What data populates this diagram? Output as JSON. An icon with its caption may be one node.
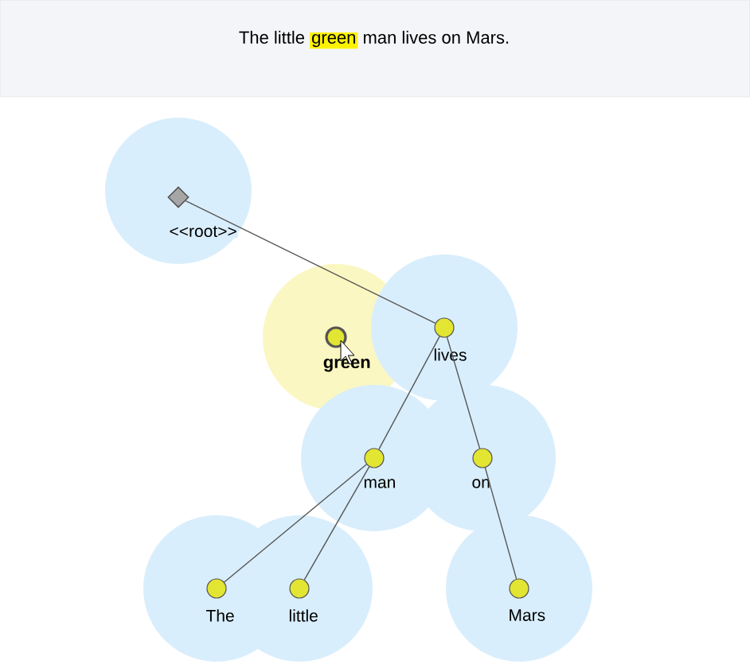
{
  "diagram": {
    "nodes": [
      {
        "text": [
          "<<root>>"
        ]
      },
      {
        "text": [
          "green"
        ]
      },
      {
        "text": [
          "lives"
        ]
      },
      {
        "text": [
          "man"
        ]
      },
      {
        "text": [
          "on"
        ]
      },
      {
        "text": [
          "The"
        ]
      },
      {
        "text": [
          "little"
        ]
      },
      {
        "text": [
          "Mars"
        ]
      }
    ],
    "edges": [
      {
        "from": 0,
        "to": 2,
        "arrow": "none"
      },
      {
        "from": 2,
        "to": 3,
        "arrow": "none"
      },
      {
        "from": 2,
        "to": 4,
        "arrow": "none"
      },
      {
        "from": 3,
        "to": 5,
        "arrow": "none"
      },
      {
        "from": 3,
        "to": 6,
        "arrow": "none"
      },
      {
        "from": 4,
        "to": 7,
        "arrow": "none"
      }
    ],
    "labels": [
      "The little",
      "green",
      "man lives on Mars."
    ]
  }
}
